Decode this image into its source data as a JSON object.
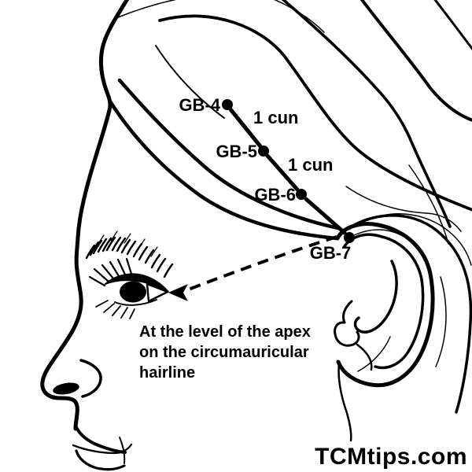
{
  "diagram": {
    "points": [
      {
        "label": "GB-4"
      },
      {
        "label": "GB-5"
      },
      {
        "label": "GB-6"
      },
      {
        "label": "GB-7"
      }
    ],
    "measurements": [
      {
        "label": "1 cun"
      },
      {
        "label": "1 cun"
      }
    ],
    "annotation": {
      "lines": [
        "At the level of the apex",
        "on the circumauricular",
        "hairline"
      ]
    },
    "watermark": "TCMtips.com",
    "colors": {
      "ink": "#000000",
      "background": "#ffffff"
    }
  }
}
